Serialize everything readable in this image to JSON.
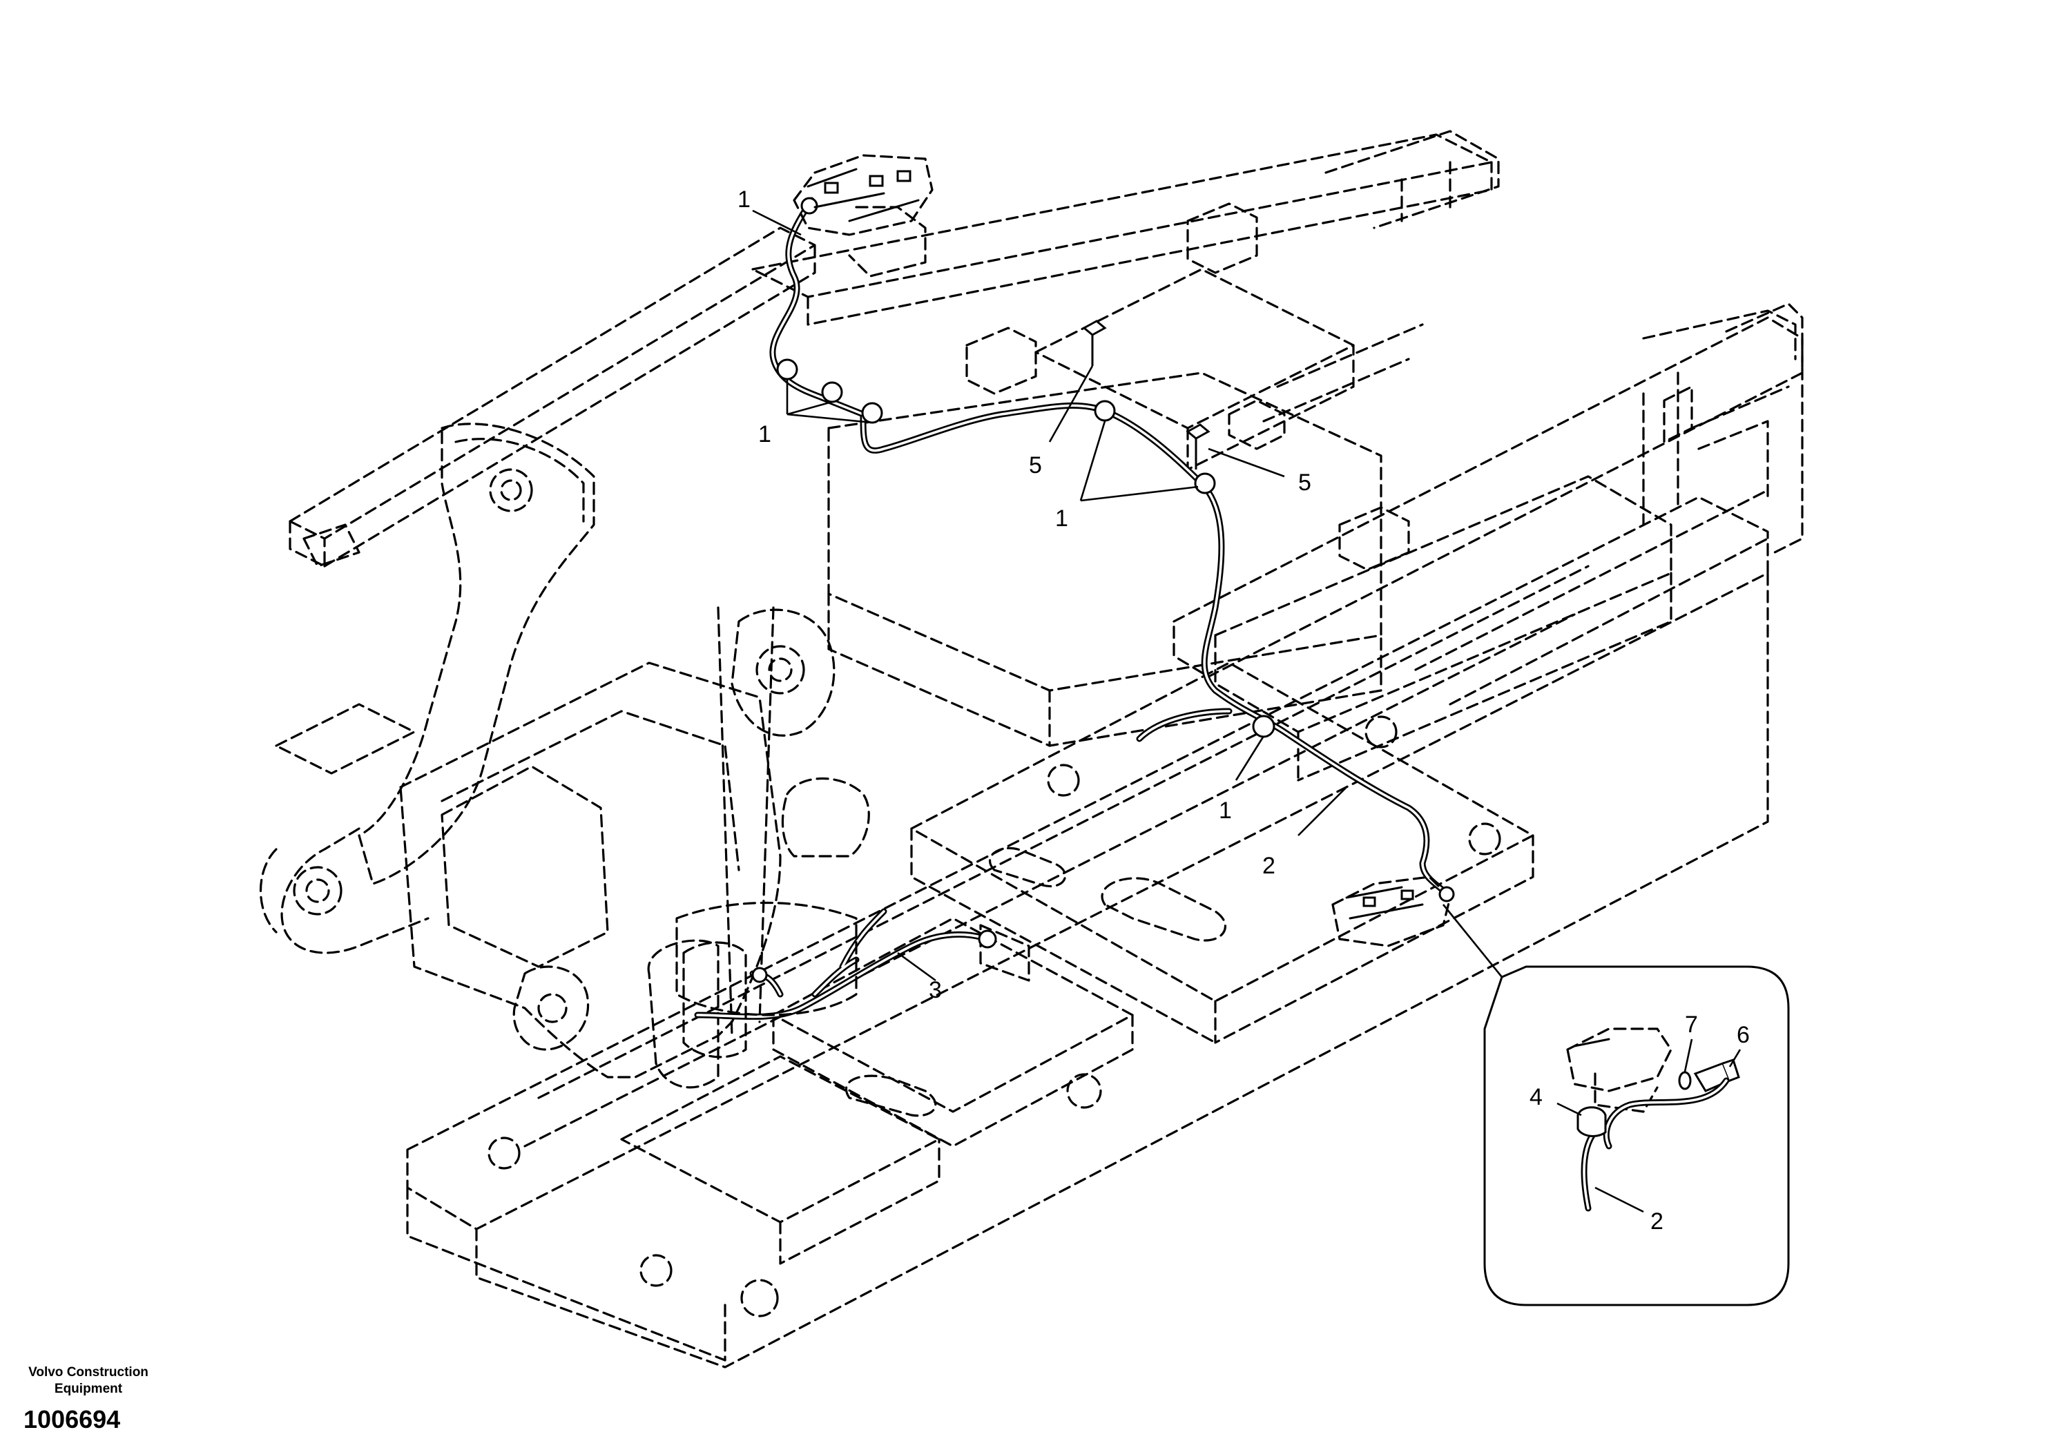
{
  "callouts": [
    {
      "id": "c1a",
      "label": "1"
    },
    {
      "id": "c1b",
      "label": "1"
    },
    {
      "id": "c1c",
      "label": "1"
    },
    {
      "id": "c1d",
      "label": "1"
    },
    {
      "id": "c5a",
      "label": "5"
    },
    {
      "id": "c5b",
      "label": "5"
    },
    {
      "id": "c2a",
      "label": "2"
    },
    {
      "id": "c3",
      "label": "3"
    },
    {
      "id": "c7",
      "label": "7"
    },
    {
      "id": "c6",
      "label": "6"
    },
    {
      "id": "c4",
      "label": "4"
    },
    {
      "id": "c2b",
      "label": "2"
    }
  ],
  "footer": {
    "manufacturer_line1": "Volvo Construction",
    "manufacturer_line2": "Equipment",
    "drawing_number": "1006694"
  }
}
